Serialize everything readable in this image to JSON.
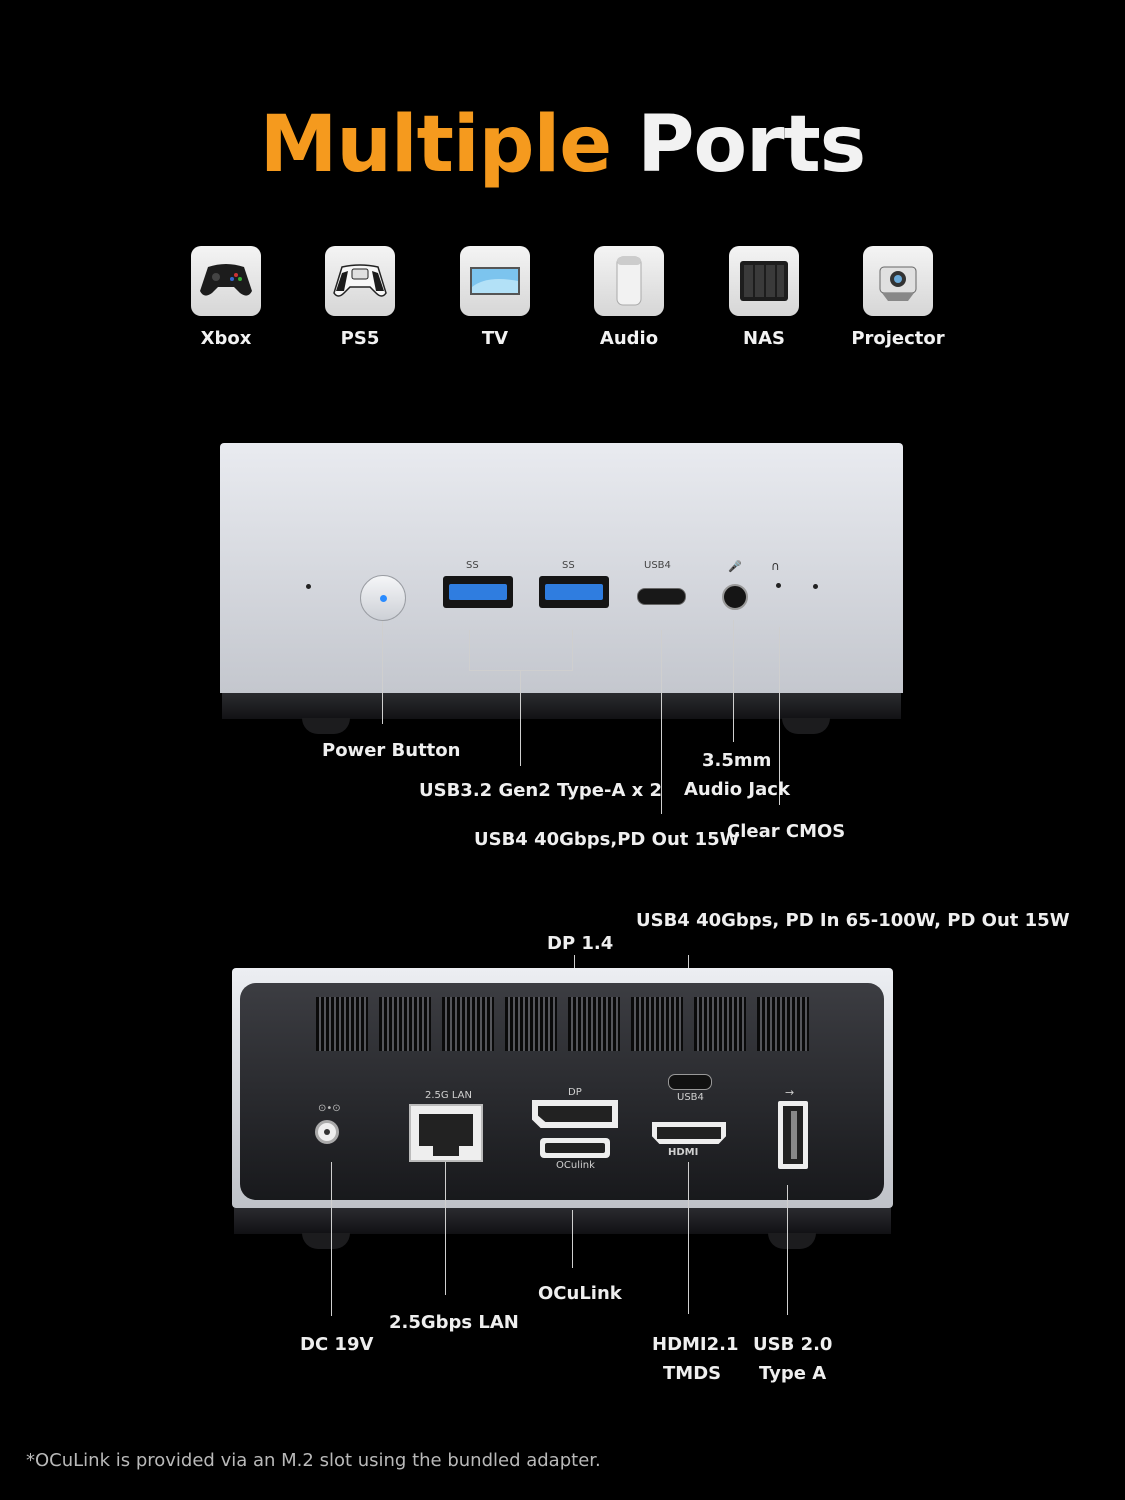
{
  "title": {
    "part1": "Multiple",
    "part2": "Ports"
  },
  "devices": [
    {
      "label": "Xbox",
      "icon": "xbox-controller-icon"
    },
    {
      "label": "PS5",
      "icon": "ps5-controller-icon"
    },
    {
      "label": "TV",
      "icon": "tv-icon"
    },
    {
      "label": "Audio",
      "icon": "speaker-icon"
    },
    {
      "label": "NAS",
      "icon": "nas-icon"
    },
    {
      "label": "Projector",
      "icon": "projector-icon"
    }
  ],
  "front": {
    "port_marks": {
      "usb_a_1": "SS",
      "usb_a_2": "SS",
      "usbc": "USB4"
    },
    "labels": {
      "power": "Power Button",
      "usba": "USB3.2 Gen2 Type-A x 2",
      "usb4": "USB4 40Gbps,PD Out 15W",
      "audio_line1": "3.5mm",
      "audio_line2": "Audio Jack",
      "cmos": "Clear CMOS"
    },
    "colors": {
      "usb_blue": "#2f7de0",
      "power_led": "#2a8bff"
    }
  },
  "rear": {
    "port_marks": {
      "lan": "2.5G LAN",
      "dp": "DP",
      "oculink": "OCulink",
      "usb4": "USB4",
      "hdmi": "HDMI"
    },
    "labels": {
      "usb4": "USB4 40Gbps, PD In 65-100W, PD Out 15W",
      "dp": "DP 1.4",
      "oculink": "OCuLink",
      "lan": "2.5Gbps LAN",
      "dc": "DC 19V",
      "hdmi_line1": "HDMI2.1",
      "hdmi_line2": "TMDS",
      "usb2_line1": "USB 2.0",
      "usb2_line2": "Type A"
    }
  },
  "footnote": "*OCuLink is provided via an M.2 slot using the bundled adapter.",
  "colors": {
    "accent": "#f59a1e",
    "background": "#000000"
  }
}
